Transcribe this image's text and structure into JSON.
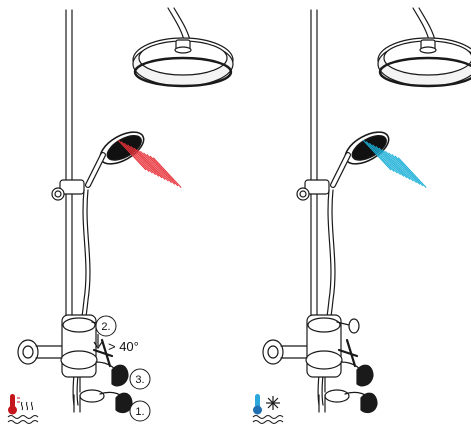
{
  "figures": [
    {
      "id": "hot",
      "spray_color": "#e8333a",
      "callouts": [
        {
          "number": "2."
        },
        {
          "number": "3."
        },
        {
          "number": "1."
        }
      ],
      "angle_text": "> 40°",
      "mode_icon": "thermometer-hot-water-icon"
    },
    {
      "id": "cold",
      "spray_color": "#1bb0d8",
      "callouts": [],
      "angle_text": "",
      "mode_icon": "thermometer-cold-snowflake-icon"
    }
  ],
  "colors": {
    "line": "#1a1a1a",
    "hot": "#c4161c",
    "cold": "#2aa7dc",
    "icon_blue": "#1f6fb3"
  }
}
